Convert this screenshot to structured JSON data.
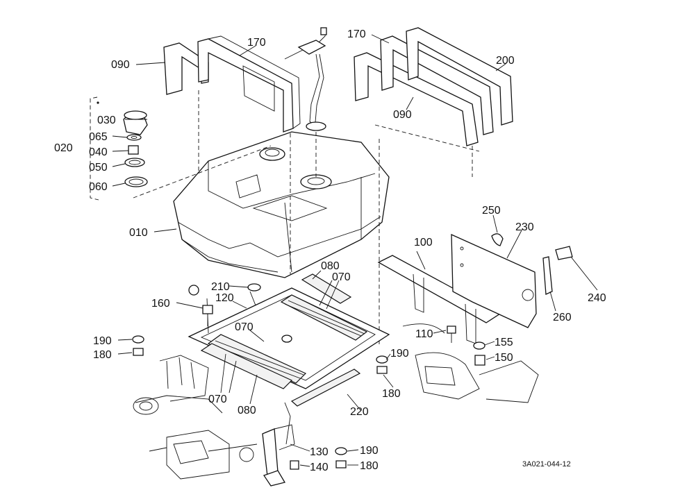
{
  "diagram": {
    "reference_code": "3A021-044-12",
    "labels": {
      "l010": "010",
      "l020": "020",
      "l030": "030",
      "l040": "040",
      "l050": "050",
      "l060": "060",
      "l065": "065",
      "l070a": "070",
      "l070b": "070",
      "l070c": "070",
      "l080a": "080",
      "l080b": "080",
      "l090a": "090",
      "l090b": "090",
      "l100": "100",
      "l110": "110",
      "l120": "120",
      "l130": "130",
      "l140": "140",
      "l150": "150",
      "l155": "155",
      "l160": "160",
      "l170a": "170",
      "l170b": "170",
      "l180a": "180",
      "l180b": "180",
      "l180c": "180",
      "l190a": "190",
      "l190b": "190",
      "l190c": "190",
      "l200": "200",
      "l210": "210",
      "l220": "220",
      "l230": "230",
      "l240": "240",
      "l250": "250",
      "l260": "260"
    }
  }
}
